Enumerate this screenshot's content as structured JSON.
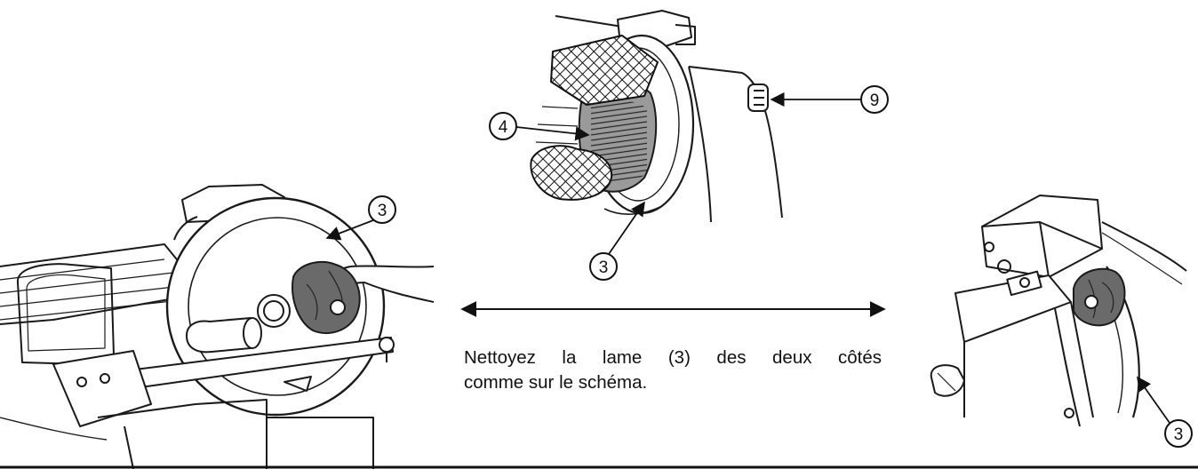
{
  "callouts": {
    "top_blade": "4",
    "top_knob": "9",
    "top_edge": "3",
    "left_blade": "3",
    "right_blade": "3"
  },
  "caption": {
    "line1": "Nettoyez la lame (3) des deux côtés",
    "line2": "comme sur le schéma."
  },
  "colors": {
    "line": "#1a1a1a",
    "blade_fill": "#9a9a9a",
    "cloth_fill": "#6a6a6a"
  }
}
